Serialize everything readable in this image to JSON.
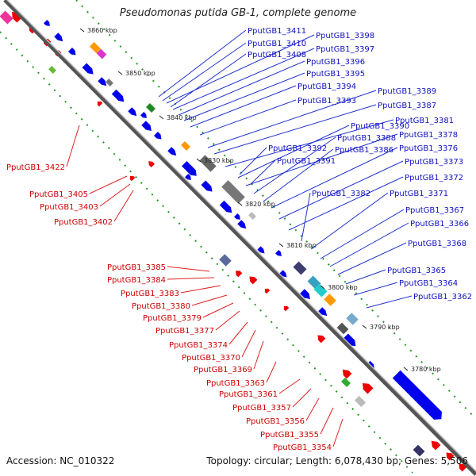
{
  "title": "Pseudomonas putida GB-1, complete genome",
  "footer": {
    "accession": "Accession: NC_010322",
    "summary": "Topology: circular; Length: 6,078,430 bp; Genes: 5,506"
  },
  "colors": {
    "plus_strand": "#0000ee",
    "minus_strand": "#ee0000",
    "backbone": "#888888",
    "gc_dots": "#229922",
    "label_plus": "#1010c0",
    "label_minus": "#cc0000"
  },
  "scale_ticks": [
    "3860 kbp",
    "3850 kbp",
    "3840 kbp",
    "3830 kbp",
    "3820 kbp",
    "3810 kbp",
    "3800 kbp",
    "3790 kbp",
    "3780 kbp"
  ],
  "labels_plus": [
    "PputGB1_3411",
    "PputGB1_3398",
    "PputGB1_3410",
    "PputGB1_3397",
    "PputGB1_3408",
    "PputGB1_3396",
    "PputGB1_3395",
    "PputGB1_3394",
    "PputGB1_3393",
    "PputGB1_3389",
    "PputGB1_3387",
    "PputGB1_3381",
    "PputGB1_3390",
    "PputGB1_3378",
    "PputGB1_3388",
    "PputGB1_3386",
    "PputGB1_3376",
    "PputGB1_3392",
    "PputGB1_3373",
    "PputGB1_3391",
    "PputGB1_3372",
    "PputGB1_3382",
    "PputGB1_3371",
    "PputGB1_3367",
    "PputGB1_3366",
    "PputGB1_3368",
    "PputGB1_3365",
    "PputGB1_3364",
    "PputGB1_3362"
  ],
  "labels_minus": [
    "PputGB1_3422",
    "PputGB1_3405",
    "PputGB1_3403",
    "PputGB1_3402",
    "PputGB1_3385",
    "PputGB1_3384",
    "PputGB1_3383",
    "PputGB1_3380",
    "PputGB1_3379",
    "PputGB1_3377",
    "PputGB1_3374",
    "PputGB1_3370",
    "PputGB1_3369",
    "PputGB1_3363",
    "PputGB1_3361",
    "PputGB1_3357",
    "PputGB1_3356",
    "PputGB1_3355",
    "PputGB1_3354"
  ]
}
